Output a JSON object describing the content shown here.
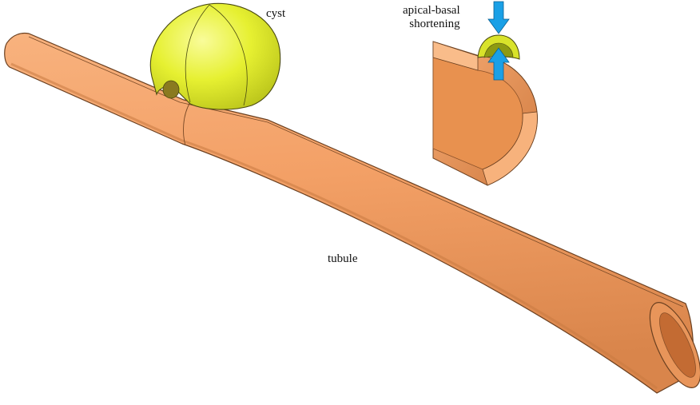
{
  "labels": {
    "cyst": "cyst",
    "apical_basal_line1": "apical-basal",
    "apical_basal_line2": "shortening",
    "tubule": "tubule"
  },
  "colors": {
    "tubule_fill": "#F4A46A",
    "tubule_shadow": "#D9854B",
    "tubule_inner": "#C06A33",
    "cyst_fill": "#E9F23A",
    "cyst_highlight": "#F7FB8A",
    "cyst_shadow": "#B9C41C",
    "arrow_blue": "#1AA0E6",
    "outline": "#5a3a22"
  },
  "icons": {
    "arrow_down": "blue-arrow-down-icon",
    "arrow_up": "blue-arrow-up-icon"
  }
}
